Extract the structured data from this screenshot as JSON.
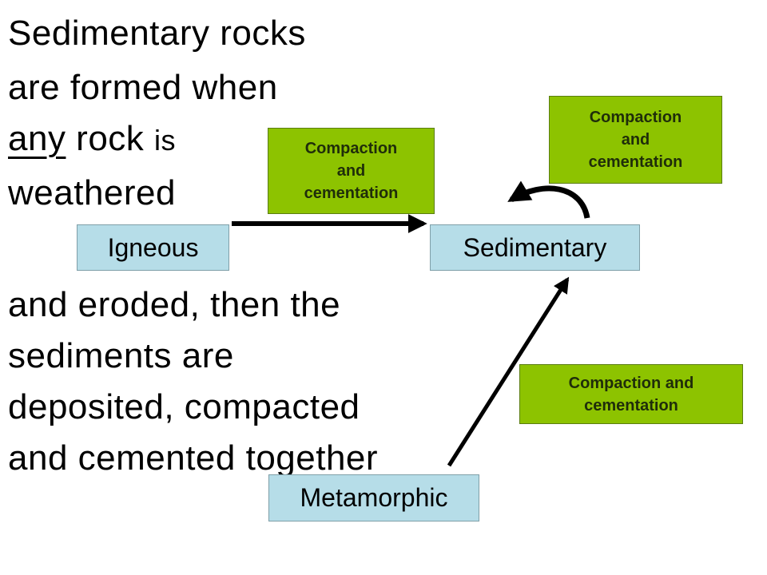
{
  "text": {
    "line1": "Sedimentary rocks",
    "line2": "are formed when",
    "line3_underlined": "any",
    "line3_rest": " rock ",
    "line3_small": "is",
    "line4": "weathered",
    "line5": "and eroded, then the",
    "line6": "sediments are",
    "line7": "deposited, compacted",
    "line8": "and cemented together"
  },
  "rocks": {
    "igneous": "Igneous",
    "sedimentary": "Sedimentary",
    "metamorphic": "Metamorphic"
  },
  "processes": {
    "p1": [
      "Compaction",
      "and",
      "cementation"
    ],
    "p2": [
      "Compaction",
      "and",
      "cementation"
    ],
    "p3": [
      "Compaction and",
      "cementation"
    ]
  },
  "colors": {
    "rock_box": "#b6dde8",
    "process_box": "#8dc300",
    "arrow": "#000000"
  }
}
